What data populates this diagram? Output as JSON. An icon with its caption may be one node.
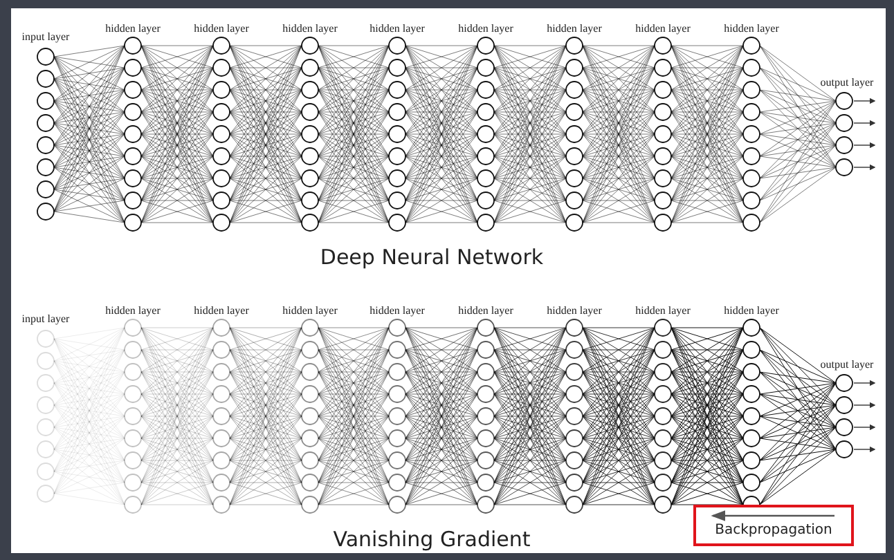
{
  "diagram": {
    "nodes": [
      {
        "text": [
          "Backpropagation"
        ]
      }
    ],
    "labels": [
      "input layer",
      "hidden layer",
      "hidden layer",
      "hidden layer",
      "hidden layer",
      "hidden layer",
      "hidden layer",
      "hidden layer",
      "hidden layer",
      "output layer",
      "Deep Neural Network",
      "input layer",
      "hidden layer",
      "hidden layer",
      "hidden layer",
      "hidden layer",
      "hidden layer",
      "hidden layer",
      "hidden layer",
      "hidden layer",
      "output layer",
      "Vanishing Gradient"
    ]
  }
}
